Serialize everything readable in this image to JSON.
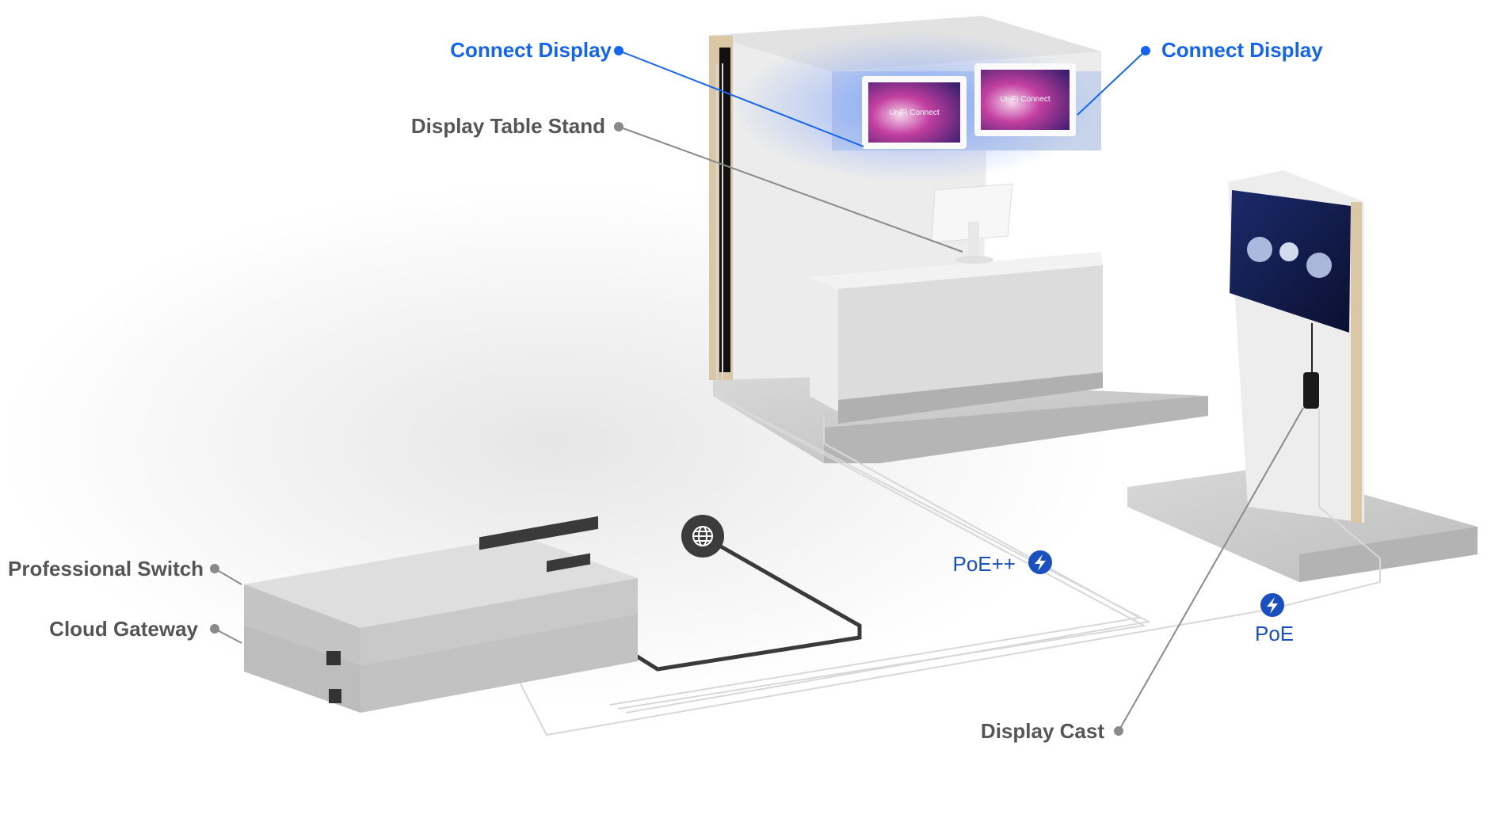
{
  "labels": {
    "connect_display_left": "Connect Display",
    "connect_display_right": "Connect Display",
    "display_table_stand": "Display Table Stand",
    "professional_switch": "Professional Switch",
    "cloud_gateway": "Cloud Gateway",
    "poe_plus_plus": "PoE++",
    "poe": "PoE",
    "display_cast": "Display Cast"
  },
  "screen_text": {
    "display_brand": "UniFi Connect"
  },
  "icons": {
    "internet": "globe-icon",
    "power": "lightning-bolt-icon"
  },
  "colors": {
    "accent_blue": "#1464f4",
    "poe_blue": "#1a4fc0",
    "label_gray": "#555555",
    "leader_gray": "#8a8a8a"
  }
}
